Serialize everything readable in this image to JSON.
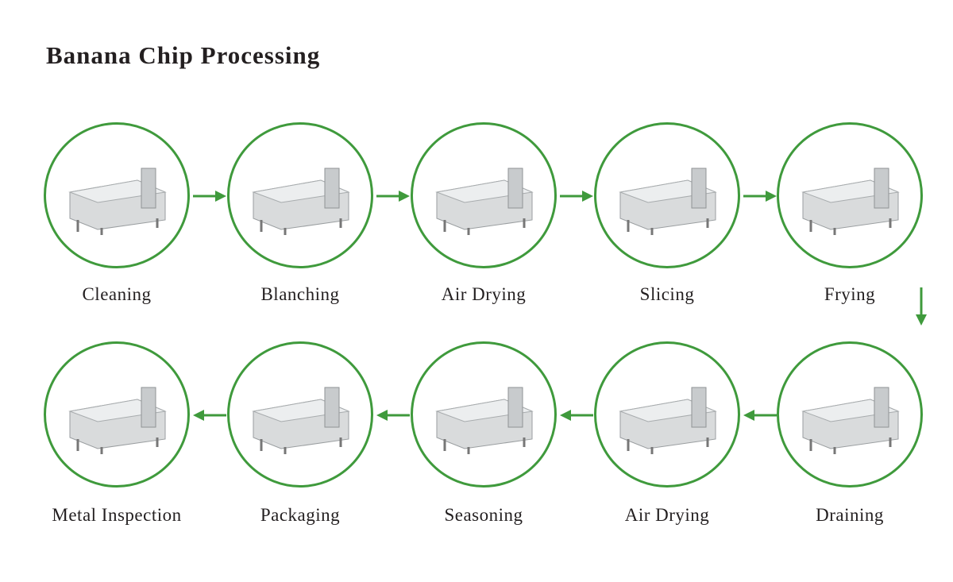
{
  "title": "Banana Chip Processing",
  "colors": {
    "accent": "#3f9a3c",
    "text": "#231f20"
  },
  "steps": [
    {
      "label": "Cleaning",
      "icon": "washing-machine-icon"
    },
    {
      "label": "Blanching",
      "icon": "blancher-icon"
    },
    {
      "label": "Air Drying",
      "icon": "air-dryer-icon"
    },
    {
      "label": "Slicing",
      "icon": "slicer-icon"
    },
    {
      "label": "Frying",
      "icon": "fryer-icon"
    },
    {
      "label": "Draining",
      "icon": "deoiler-icon"
    },
    {
      "label": "Air Drying",
      "icon": "air-dryer-icon"
    },
    {
      "label": "Seasoning",
      "icon": "seasoning-drum-icon"
    },
    {
      "label": "Packaging",
      "icon": "packaging-machine-icon"
    },
    {
      "label": "Metal Inspection",
      "icon": "metal-detector-icon"
    }
  ]
}
